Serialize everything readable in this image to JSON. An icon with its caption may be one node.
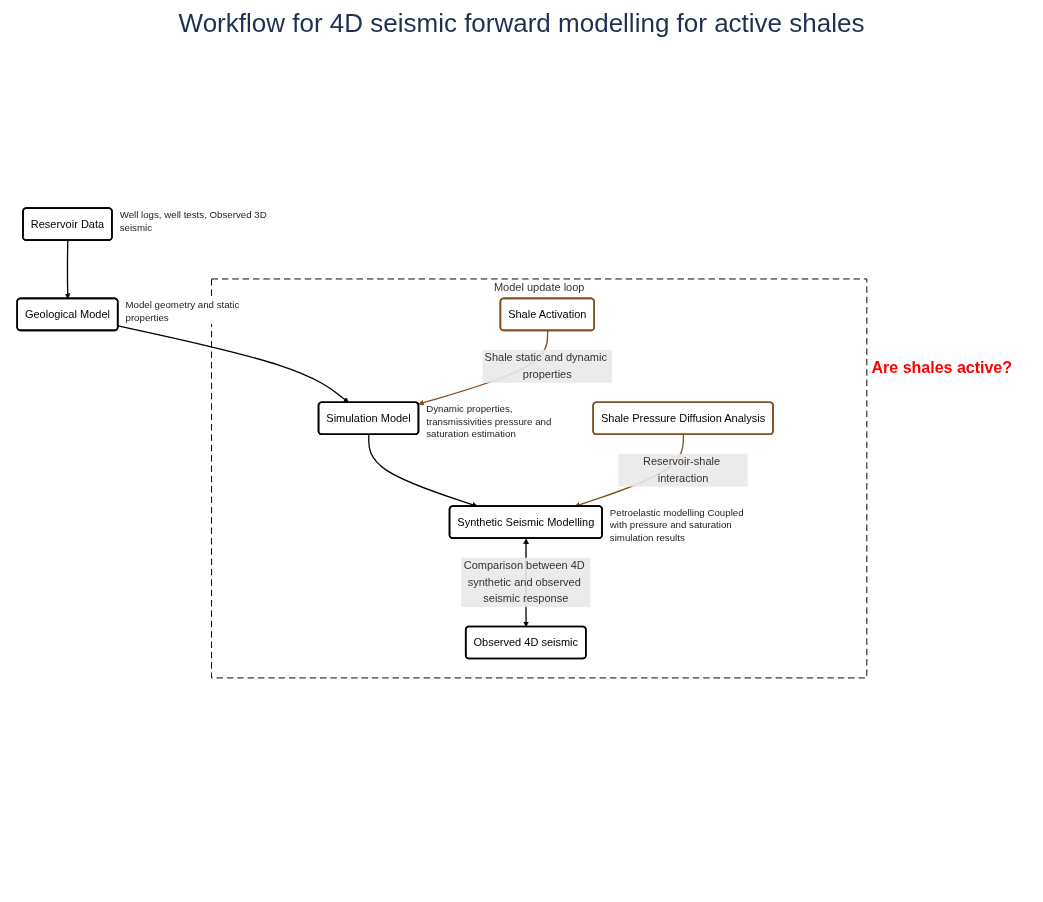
{
  "diagram": {
    "title": "Workflow for 4D seismic forward modelling for active shales",
    "nodes": [
      {
        "text": [
          "Reservoir Data"
        ],
        "beside": [
          "Well logs, well tests, Observed 3D seismic"
        ]
      },
      {
        "text": [
          "Geological Model"
        ],
        "beside": [
          "Model geometry and static properties"
        ]
      },
      {
        "text": [
          "Model update loop"
        ]
      },
      {
        "text": [
          "Shale Activation"
        ],
        "in": 2
      },
      {
        "text": [
          "Simulation Model"
        ],
        "in": 2,
        "beside": [
          "Dynamic properties, transmissivities pressure and saturation estimation"
        ]
      },
      {
        "text": [
          "Shale Pressure Diffusion Analysis"
        ],
        "in": 2
      },
      {
        "text": [
          "Synthetic Seismic Modelling"
        ],
        "in": 2,
        "beside": [
          "Petroelastic modelling Coupled with pressure and saturation simulation results"
        ]
      },
      {
        "text": [
          "Observed 4D seismic"
        ],
        "in": 2
      }
    ],
    "edges": [
      {
        "from": 0,
        "to": 1,
        "arrow": "to"
      },
      {
        "from": 1,
        "to": 4,
        "arrow": "to"
      },
      {
        "from": 3,
        "to": 4,
        "arrow": "to",
        "label": "Shale static and dynamic properties",
        "color": "#7f4f1f"
      },
      {
        "from": 4,
        "to": 6,
        "arrow": "to"
      },
      {
        "from": 5,
        "to": 6,
        "arrow": "to",
        "label": "Reservoir-shale interaction",
        "color": "#7f4f1f"
      },
      {
        "from": 6,
        "to": 7,
        "arrow": "both",
        "label": "Comparison between 4D synthetic and observed seismic response"
      }
    ],
    "labels": [
      "Are shales active?"
    ]
  }
}
